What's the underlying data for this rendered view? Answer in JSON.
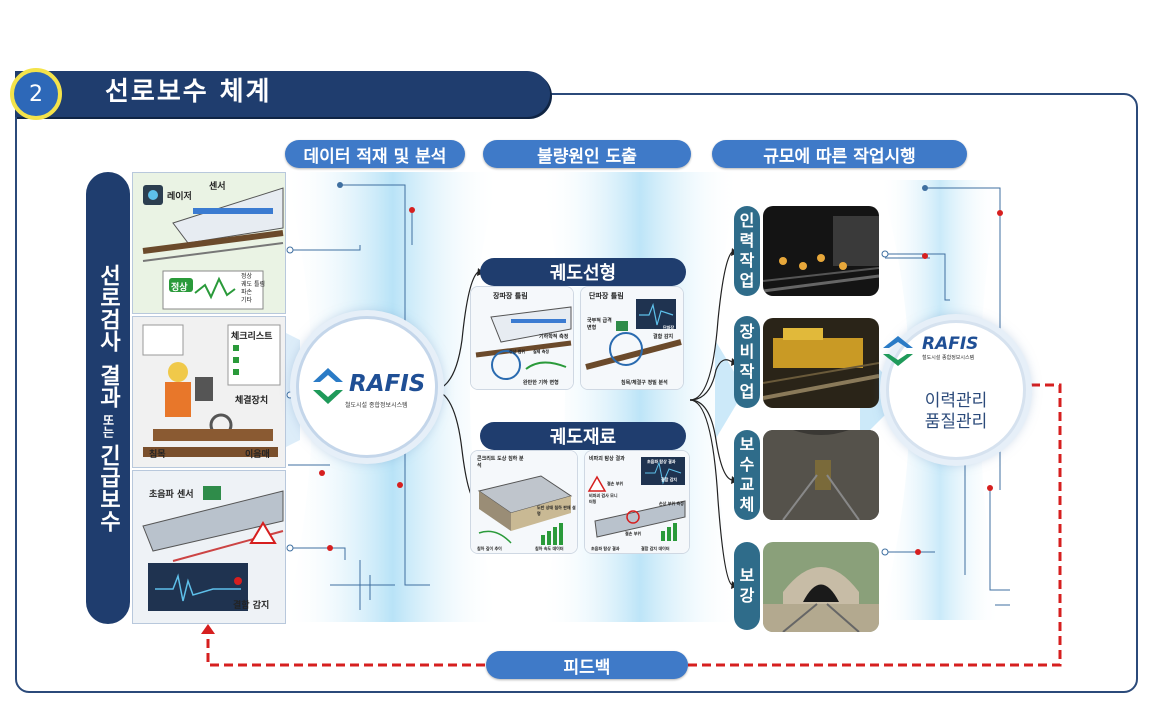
{
  "header": {
    "number": "2",
    "title": "선로보수 체계"
  },
  "sections": {
    "data": "데이터 적재 및 분석",
    "cause": "불량원인 도출",
    "work": "규모에 따른 작업시행"
  },
  "left_label": {
    "line1": "선로검사",
    "line2": "결과",
    "line3": "또는",
    "line4": "긴급보수"
  },
  "inspection": {
    "panel1": {
      "laser": "레이저",
      "sensor": "센서",
      "normal_badge": "정상",
      "legend": [
        "정상",
        "궤도 틀림",
        "파손",
        "기타"
      ]
    },
    "panel2": {
      "checklist": "체크리스트",
      "fastener": "체결장치",
      "sleeper": "침목",
      "joint": "이음매"
    },
    "panel3": {
      "ultrasonic": "초음파 센서",
      "defect": "결함 감지"
    }
  },
  "rafis": {
    "logo": "RAFIS",
    "subtitle": "철도시설 종합정보시스템"
  },
  "geometry": {
    "title": "궤도선형",
    "card1": {
      "title": "장파장 틀림",
      "label1": "기하학적 측정",
      "label2": "정상 범위",
      "label3": "실제 측정",
      "label4": "완만한 기하 변형"
    },
    "card2": {
      "title": "단파장 틀림",
      "label1": "국부적 급격 변형",
      "label2": "결함 감지",
      "label3": "단파장",
      "label4": "침목/체결구 정밀 분석"
    }
  },
  "material": {
    "title": "궤도재료",
    "card1": {
      "label1": "콘크리트 도상 침하 분석",
      "label2": "도반 상태 침하 판재 설명",
      "label3": "침하 깊이 추이",
      "label4": "침하 속도 데이터"
    },
    "card2": {
      "label1": "비파괴 탐상 결과",
      "label2": "초음파 탐상 결과",
      "label3": "결함 감지",
      "label4": "절손 부위",
      "label5": "비파괴 검사 모니터링",
      "label6": "손상 부위 측정",
      "label7": "절손 부위",
      "label8": "초음파 탐상 결과",
      "label9": "결함 감지 데이터"
    }
  },
  "works": [
    {
      "label": "인력작업"
    },
    {
      "label": "장비작업"
    },
    {
      "label": "보수교체"
    },
    {
      "label": "보강"
    }
  ],
  "history": {
    "line1": "이력관리",
    "line2": "품질관리"
  },
  "feedback": {
    "label": "피드백"
  },
  "colors": {
    "navy": "#1f3d6e",
    "blue": "#3f7ac8",
    "feedback_red": "#d61f1f",
    "badge_teal": "#2f6c8a"
  }
}
